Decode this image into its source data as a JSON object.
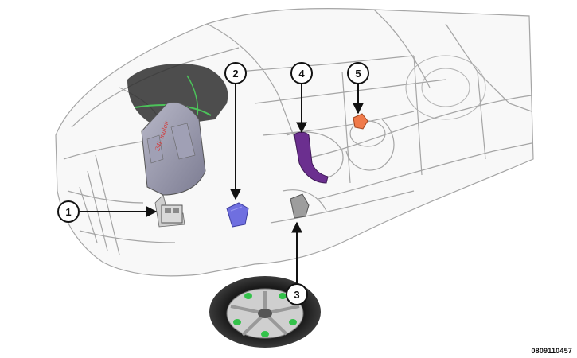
{
  "figure": {
    "code": "0809110457",
    "engine_cover_text": "24L mulair"
  },
  "callouts": [
    {
      "id": "callout-1",
      "label": "1"
    },
    {
      "id": "callout-2",
      "label": "2"
    },
    {
      "id": "callout-3",
      "label": "3"
    },
    {
      "id": "callout-4",
      "label": "4"
    },
    {
      "id": "callout-5",
      "label": "5"
    }
  ],
  "colors": {
    "outline": "#9a9a9a",
    "engine_cover": "#8f8fa6",
    "component_2": "#6f6fe0",
    "component_4": "#6b2f8f",
    "component_5": "#f07a4a",
    "wheel_accent": "#33c24a",
    "engine_hose": "#4cc35a",
    "engine_text": "#d33a3a"
  }
}
